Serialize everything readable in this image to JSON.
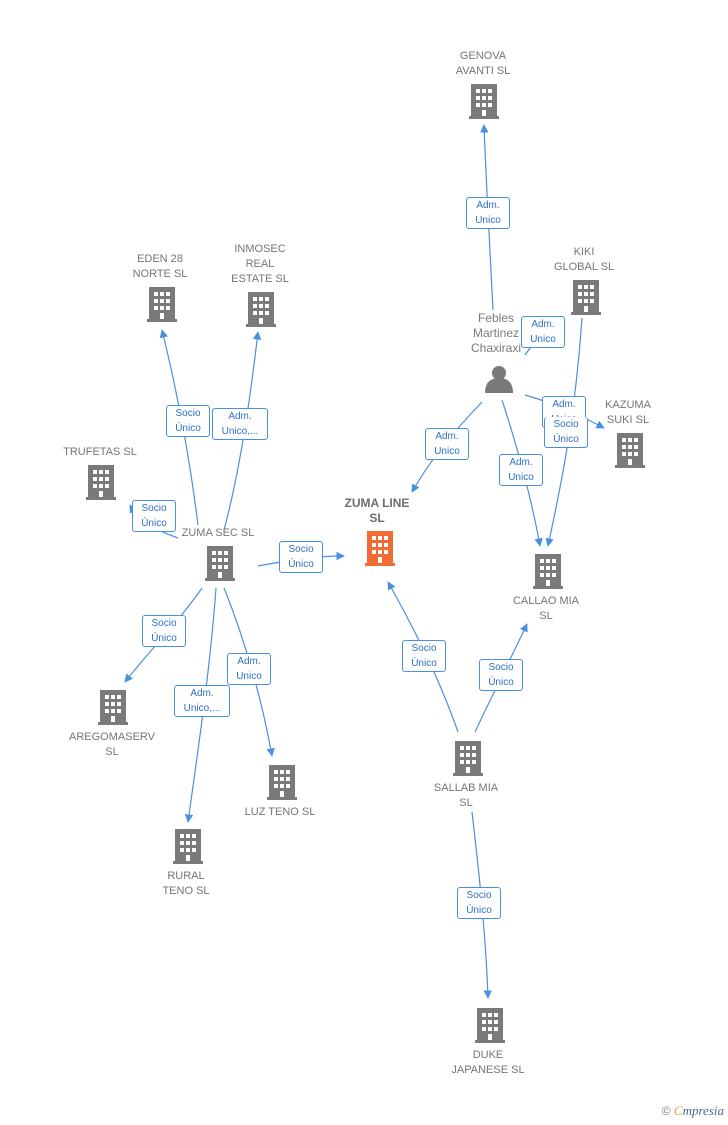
{
  "colors": {
    "edge": "#4a90e2",
    "node": "#7a7a7a",
    "main_node": "#f26c35",
    "label_border": "#4a90e2",
    "label_text": "#2f6fc6"
  },
  "nodes": [
    {
      "id": "genova",
      "label": "GENOVA\nAVANTI  SL",
      "icon": "building-icon"
    },
    {
      "id": "kiki",
      "label": "KIKI\nGLOBAL  SL",
      "icon": "building-icon"
    },
    {
      "id": "febles",
      "label": "Febles\nMartinez\nChaxiraxi",
      "icon": "person-icon"
    },
    {
      "id": "kazuma",
      "label": "KAZUMA\nSUKI  SL",
      "icon": "building-icon"
    },
    {
      "id": "eden",
      "label": "EDEN 28\nNORTE  SL",
      "icon": "building-icon"
    },
    {
      "id": "inmosec",
      "label": "INMOSEC\nREAL\nESTATE  SL",
      "icon": "building-icon"
    },
    {
      "id": "trufetas",
      "label": "TRUFETAS  SL",
      "icon": "building-icon"
    },
    {
      "id": "zuma_line",
      "label": "ZUMA LINE\nSL",
      "icon": "building-icon",
      "main": true
    },
    {
      "id": "zuma_sec",
      "label": "ZUMA SEC  SL",
      "icon": "building-icon"
    },
    {
      "id": "callao",
      "label": "CALLAO MIA\nSL",
      "icon": "building-icon"
    },
    {
      "id": "aregomaserv",
      "label": "AREGOMASERV\nSL",
      "icon": "building-icon"
    },
    {
      "id": "luz",
      "label": "LUZ TENO SL",
      "icon": "building-icon"
    },
    {
      "id": "sallab",
      "label": "SALLAB MIA\nSL",
      "icon": "building-icon"
    },
    {
      "id": "rural",
      "label": "RURAL\nTENO SL",
      "icon": "building-icon"
    },
    {
      "id": "duke",
      "label": "DUKE\nJAPANESE  SL",
      "icon": "building-icon"
    }
  ],
  "edge_labels": [
    {
      "id": "febles-genova",
      "text": "Adm.\nUnico"
    },
    {
      "id": "febles-kiki",
      "text": "Adm.\nUnico"
    },
    {
      "id": "febles-kazuma-adm",
      "text": "Adm.\nUnico"
    },
    {
      "id": "kiki-callao",
      "text": "Socio\nÚnico"
    },
    {
      "id": "febles-zuma-line",
      "text": "Adm.\nUnico"
    },
    {
      "id": "febles-callao",
      "text": "Adm.\nUnico"
    },
    {
      "id": "zuma-sec-eden",
      "text": "Socio\nÚnico"
    },
    {
      "id": "zuma-sec-inmosec",
      "text": "Adm.\nUnico,..."
    },
    {
      "id": "zuma-sec-trufetas",
      "text": "Socio\nÚnico"
    },
    {
      "id": "zuma-sec-zuma-line",
      "text": "Socio\nÚnico"
    },
    {
      "id": "zuma-sec-aregomaserv",
      "text": "Socio\nÚnico"
    },
    {
      "id": "zuma-sec-luz",
      "text": "Adm.\nUnico"
    },
    {
      "id": "zuma-sec-rural",
      "text": "Adm.\nUnico,..."
    },
    {
      "id": "sallab-zuma-line",
      "text": "Socio\nÚnico"
    },
    {
      "id": "sallab-callao",
      "text": "Socio\nÚnico"
    },
    {
      "id": "sallab-duke",
      "text": "Socio\nÚnico"
    }
  ],
  "footer": {
    "copyright": "©",
    "brand_first": "C",
    "brand_rest": "mpresia"
  }
}
